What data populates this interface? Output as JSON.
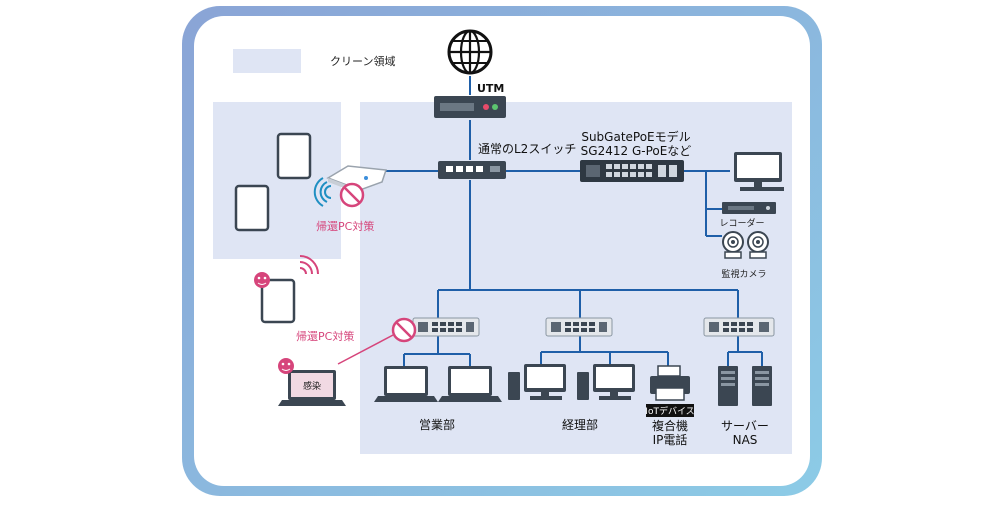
{
  "legend": {
    "clean_area_label": "クリーン領域"
  },
  "labels": {
    "utm": "UTM",
    "l2_switch": "通常のL2スイッチ",
    "subgate_line1": "SubGatePoEモデル",
    "subgate_line2": "SG2412 G-PoEなど",
    "recorder": "レコーダー",
    "camera": "監視カメラ",
    "returning_pc_1": "帰還PC対策",
    "returning_pc_2": "帰還PC対策",
    "infected": "感染",
    "sales": "営業部",
    "accounting": "経理部",
    "iot_device": "IoTデバイス",
    "mfp": "複合機",
    "ip_phone": "IP電話",
    "server": "サーバー",
    "nas": "NAS"
  },
  "colors": {
    "frame_outer": "#8fb3d9",
    "clean_area": "#dfe5f4",
    "link_line": "#1f5fa8",
    "alert_pink": "#d6457b",
    "device_dark": "#3b4652"
  }
}
